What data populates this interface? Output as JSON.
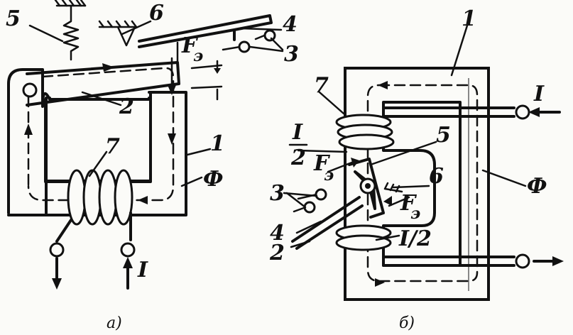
{
  "diagram_a": {
    "labels": {
      "n1": "1",
      "n2": "2",
      "n3": "3",
      "n4": "4",
      "n5": "5",
      "n6": "6",
      "n7": "7",
      "force": "F",
      "force_sub": "э",
      "flux": "Ф",
      "current": "I"
    },
    "caption": "а)"
  },
  "diagram_b": {
    "labels": {
      "n1": "1",
      "n2": "2",
      "n3": "3",
      "n4": "4",
      "n5": "5",
      "n6": "6",
      "n7": "7",
      "half_num": "I",
      "half_den": "2",
      "half_inline": "I/2",
      "force": "F",
      "force_sub": "э",
      "flux": "Ф",
      "current": "I"
    },
    "caption": "б)"
  }
}
